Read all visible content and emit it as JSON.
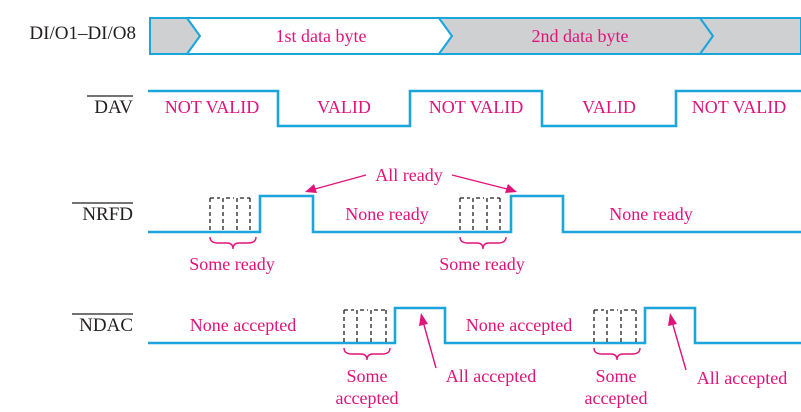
{
  "signals": {
    "bus_label": "DI/O1–DI/O8",
    "dav_label": "DAV",
    "nrfd_label": "NRFD",
    "ndac_label": "NDAC"
  },
  "bus": {
    "byte1": "1st data byte",
    "byte2": "2nd data byte"
  },
  "dav": {
    "not_valid_1": "NOT VALID",
    "valid_1": "VALID",
    "not_valid_2": "NOT VALID",
    "valid_2": "VALID",
    "not_valid_3": "NOT VALID"
  },
  "nrfd": {
    "all_ready": "All ready",
    "none_ready_1": "None ready",
    "none_ready_2": "None ready",
    "some_ready_1": "Some ready",
    "some_ready_2": "Some ready"
  },
  "ndac": {
    "none_accepted_1": "None accepted",
    "none_accepted_2": "None accepted",
    "some_1_line1": "Some",
    "some_1_line2": "accepted",
    "some_2_line1": "Some",
    "some_2_line2": "accepted",
    "all_accepted_1": "All accepted",
    "all_accepted_2": "All accepted"
  },
  "colors": {
    "waveform": "#1aa6dc",
    "annotation": "#e0137a",
    "bus_fill": "#cfd0d2",
    "label_text": "#231f20"
  }
}
